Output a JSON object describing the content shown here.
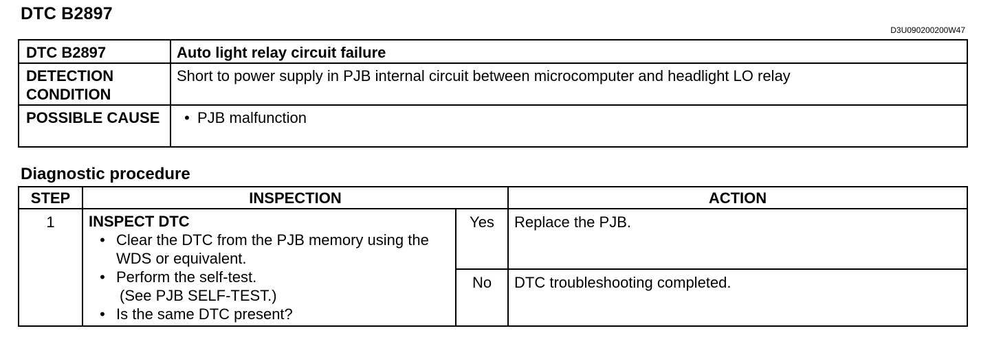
{
  "title": "DTC B2897",
  "doc_code": "D3U090200200W47",
  "info": {
    "dtc_label": "DTC B2897",
    "dtc_value": "Auto light relay circuit failure",
    "detection_label": "DETECTION CONDITION",
    "detection_value": "Short to power supply in PJB internal circuit between microcomputer and headlight LO relay",
    "cause_label": "POSSIBLE CAUSE",
    "cause_items": [
      "PJB malfunction"
    ]
  },
  "procedure": {
    "heading": "Diagnostic procedure",
    "headers": {
      "step": "STEP",
      "inspection": "INSPECTION",
      "action": "ACTION"
    },
    "rows": [
      {
        "step": "1",
        "title": "INSPECT DTC",
        "bullets": [
          "Clear the DTC from the PJB memory using the WDS or equivalent.",
          "Perform the self-test.",
          "(See PJB SELF-TEST.)",
          "Is the same DTC present?"
        ],
        "yes_label": "Yes",
        "yes_action": "Replace the PJB.",
        "no_label": "No",
        "no_action": "DTC troubleshooting completed."
      }
    ]
  }
}
